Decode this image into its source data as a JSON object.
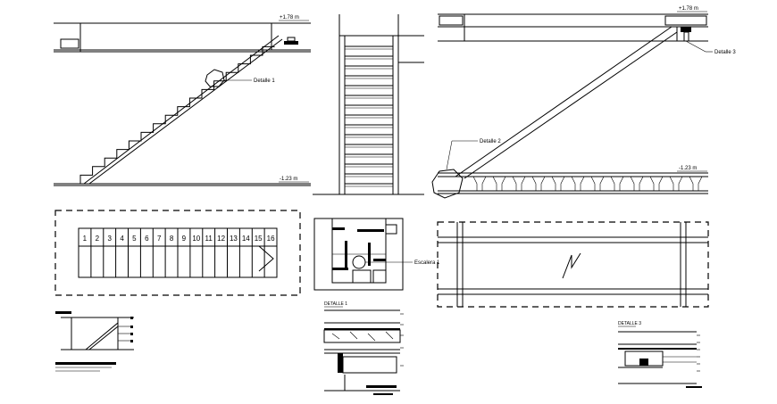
{
  "drawing": {
    "elevation_left": {
      "level_top": "+1.78 m",
      "level_bottom": "-1.23 m",
      "callout": "Detalle 1"
    },
    "elevation_right": {
      "level_top": "+1.78 m",
      "level_bottom": "-1.23 m",
      "callout_top": "Detalle 3",
      "callout_bottom": "Detalle 2"
    },
    "stair_plan": {
      "step_numbers": [
        "1",
        "2",
        "3",
        "4",
        "5",
        "6",
        "7",
        "8",
        "9",
        "10",
        "11",
        "12",
        "13",
        "14",
        "15",
        "16"
      ]
    },
    "key_plan": {
      "callout": "Escalera 1"
    },
    "detail_center": {
      "title": "DETALLE 1"
    },
    "detail_right": {
      "title": "DETALLE 3"
    }
  }
}
